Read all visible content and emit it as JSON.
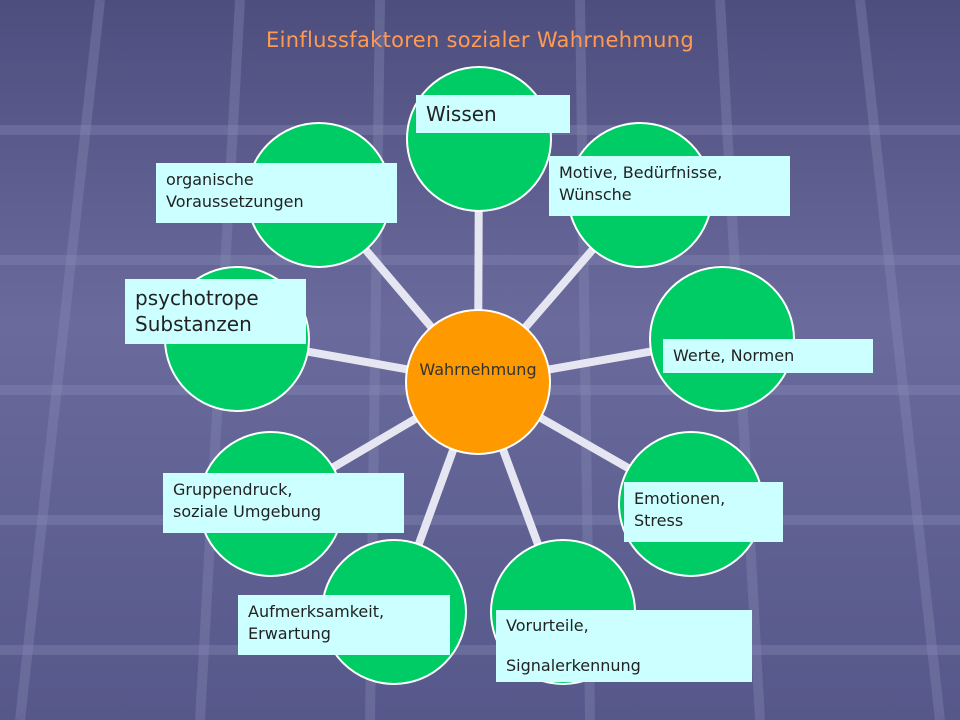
{
  "title": "Einflussfaktoren sozialer Wahrnehmung",
  "center": {
    "label": "Wahrnehmung",
    "color": "#ff9900"
  },
  "node_color": "#00cc66",
  "label_color": "#ccffff",
  "connector_color": "#e6e6f2",
  "factors": [
    "Wissen",
    "Motive, Bedürfnisse,\nWünsche",
    "Werte, Normen",
    "Emotionen,\nStress",
    "Vorurteile,\n\nSignalerkennung",
    "Aufmerksamkeit,\nErwartung",
    "Gruppendruck,\nsoziale Umgebung",
    "psychotrope\nSubstanzen",
    "organische\nVoraussetzungen"
  ]
}
